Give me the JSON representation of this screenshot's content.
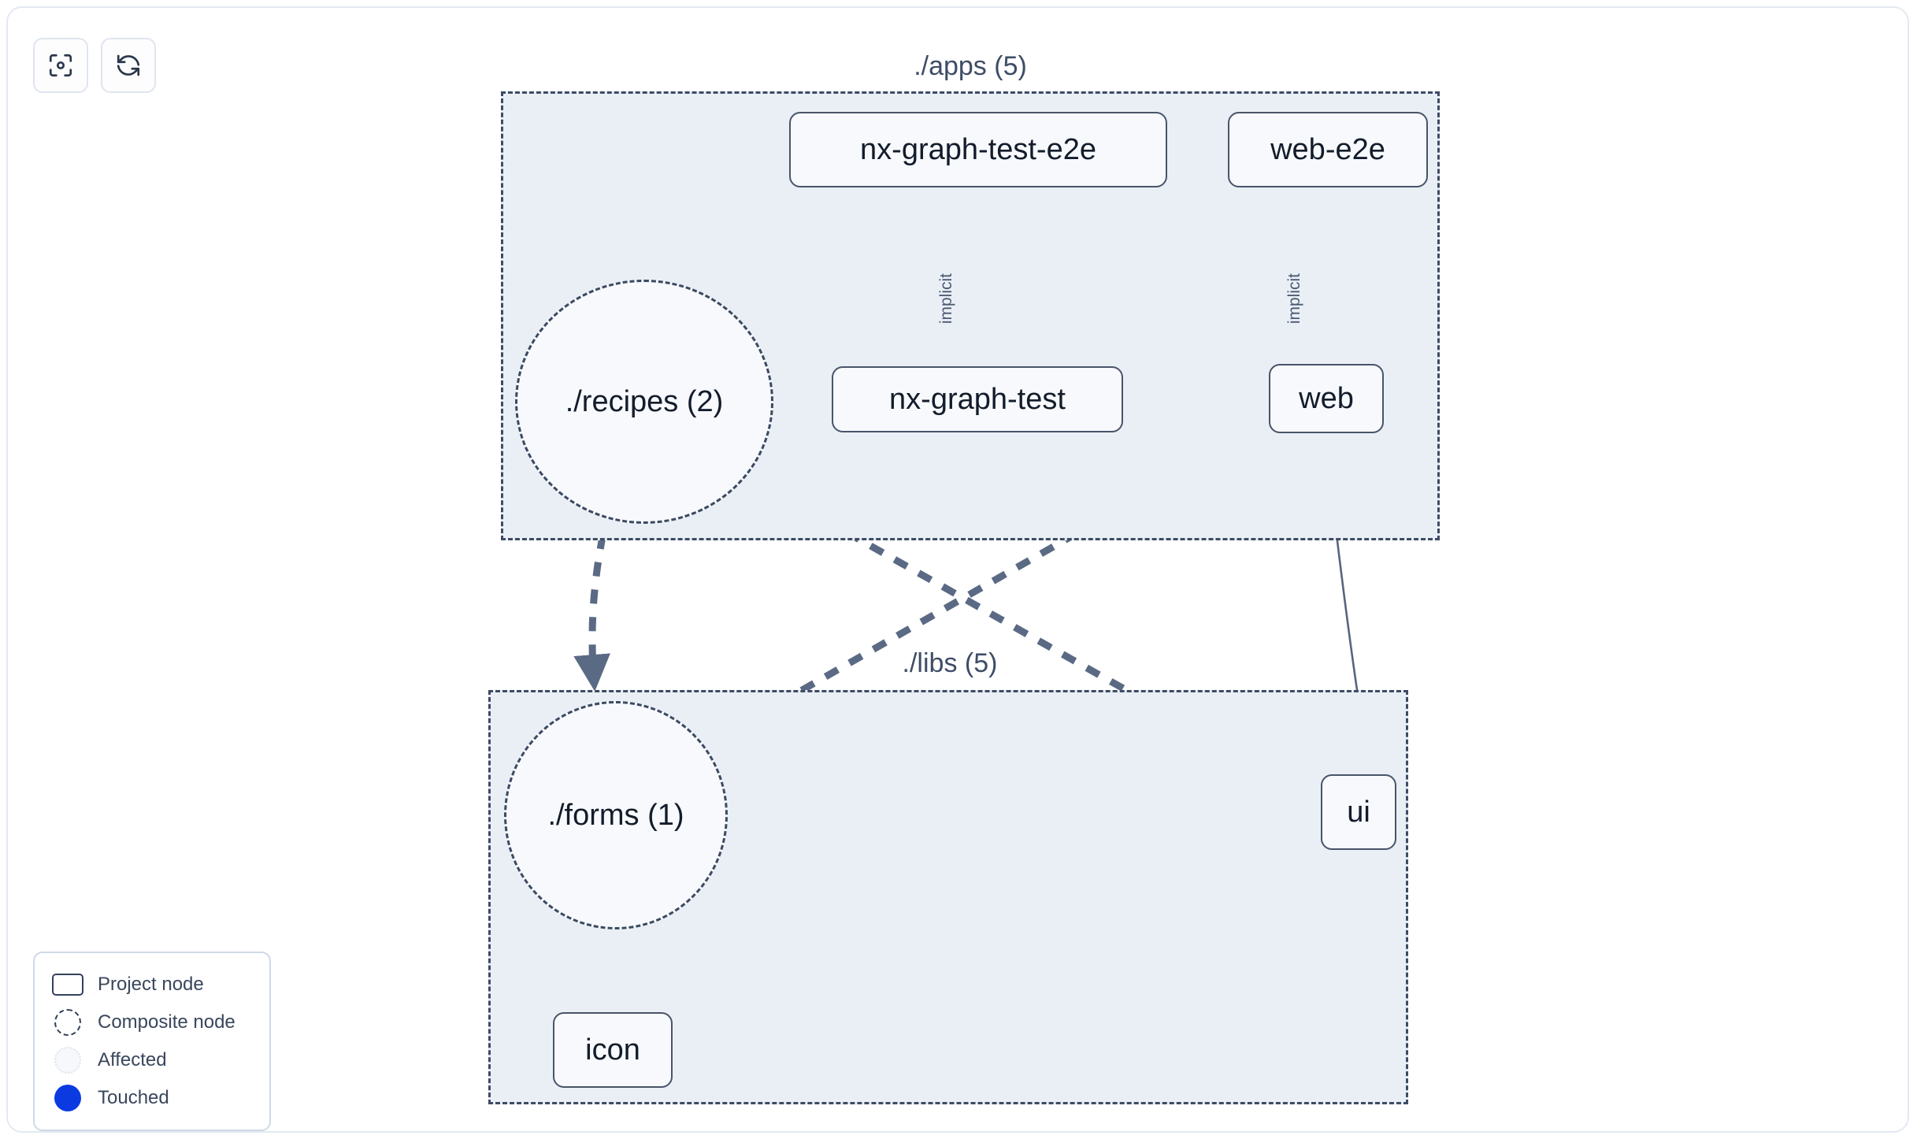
{
  "toolbar": {
    "buttons": [
      {
        "name": "focus-graph-button",
        "icon": "focus-target-icon",
        "title": "Focus graph"
      },
      {
        "name": "refresh-graph-button",
        "icon": "refresh-icon",
        "title": "Refresh graph"
      }
    ]
  },
  "legend": {
    "items": [
      {
        "icon": "project-node-swatch-icon",
        "label": "Project node"
      },
      {
        "icon": "composite-node-swatch-icon",
        "label": "Composite node"
      },
      {
        "icon": "affected-swatch-icon",
        "label": "Affected"
      },
      {
        "icon": "touched-swatch-icon",
        "label": "Touched"
      }
    ]
  },
  "graph": {
    "groups": [
      {
        "id": "apps",
        "label": "./apps (5)"
      },
      {
        "id": "libs",
        "label": "./libs (5)"
      }
    ],
    "nodes": [
      {
        "id": "nx-graph-test-e2e",
        "label": "nx-graph-test-e2e",
        "type": "project"
      },
      {
        "id": "web-e2e",
        "label": "web-e2e",
        "type": "project"
      },
      {
        "id": "nx-graph-test",
        "label": "nx-graph-test",
        "type": "project"
      },
      {
        "id": "web",
        "label": "web",
        "type": "project"
      },
      {
        "id": "ui",
        "label": "ui",
        "type": "project"
      },
      {
        "id": "icon",
        "label": "icon",
        "type": "project"
      },
      {
        "id": "recipes",
        "label": "./recipes (2)",
        "type": "composite"
      },
      {
        "id": "forms",
        "label": "./forms (1)",
        "type": "composite"
      }
    ],
    "edges": [
      {
        "from": "nx-graph-test-e2e",
        "to": "nx-graph-test",
        "label": "implicit",
        "style": "solid"
      },
      {
        "from": "web-e2e",
        "to": "web",
        "label": "implicit",
        "style": "solid"
      },
      {
        "from": "web",
        "to": "ui",
        "label": "",
        "style": "solid"
      },
      {
        "from": "recipes",
        "to": "forms",
        "label": "",
        "style": "dashed"
      },
      {
        "from": "recipes",
        "to": "ui",
        "label": "",
        "style": "dashed"
      },
      {
        "from": "web",
        "to": "forms",
        "label": "",
        "style": "dashed"
      },
      {
        "from": "forms",
        "to": "icon",
        "label": "",
        "style": "dashed"
      }
    ]
  },
  "colors": {
    "group_fill": "#eaeff6",
    "group_border": "#3d4c63",
    "node_fill": "#f7f9fc",
    "node_border": "#485469",
    "node_text": "#131c2b",
    "edge": "#4f5f7a",
    "touched": "#0b3ae0",
    "card_border": "#e4e9f2"
  }
}
